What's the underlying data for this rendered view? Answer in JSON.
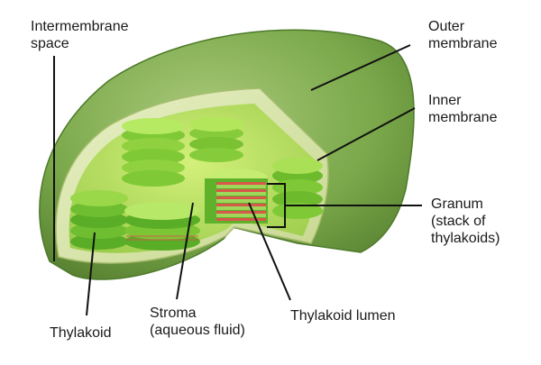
{
  "labels": {
    "intermembrane_space": [
      "Intermembrane",
      "space"
    ],
    "outer_membrane": [
      "Outer",
      "membrane"
    ],
    "inner_membrane": [
      "Inner",
      "membrane"
    ],
    "granum": [
      "Granum",
      "(stack of",
      "thylakoids)"
    ],
    "thylakoid": [
      "Thylakoid"
    ],
    "stroma": [
      "Stroma",
      "(aqueous fluid)"
    ],
    "thylakoid_lumen": [
      "Thylakoid lumen"
    ]
  },
  "colors": {
    "outer": "#7aa84a",
    "outer_dark": "#5d8a36",
    "inner": "#d9e6a8",
    "stroma": "#b8dc6a",
    "thylakoid": "#8ed43c",
    "thylakoid_dark": "#4faa22",
    "lumen_red": "#d8584a",
    "leader": "#111111"
  }
}
